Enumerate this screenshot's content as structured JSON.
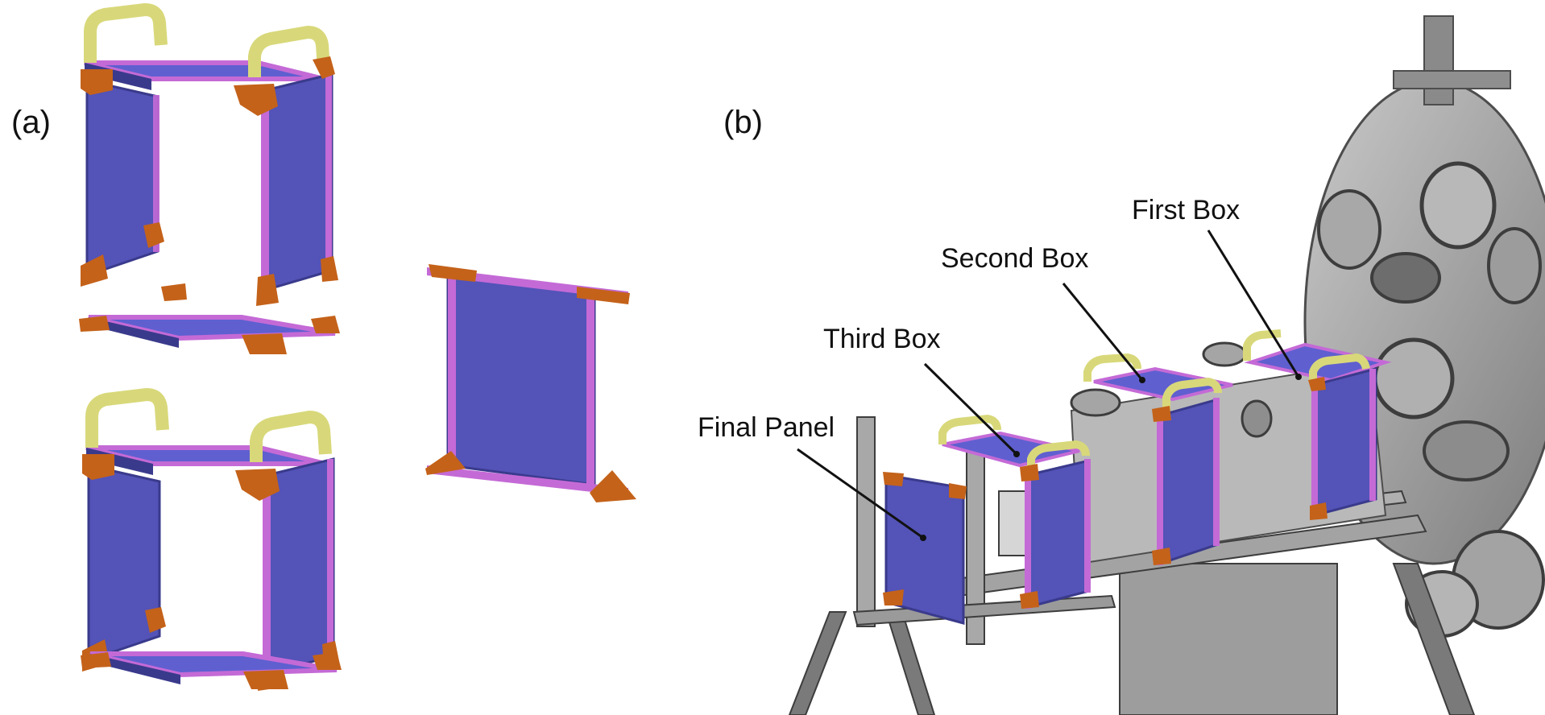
{
  "panel_a": {
    "label": "(a)"
  },
  "panel_b": {
    "label": "(b)",
    "callouts": {
      "first_box": "First Box",
      "second_box": "Second Box",
      "third_box": "Third Box",
      "final_panel": "Final Panel"
    }
  },
  "colors": {
    "panel_face": "#5353b8",
    "panel_edge": "#3a3a8c",
    "frame_rail": "#c46ad6",
    "corner_bracket": "#c4621a",
    "handle": "#d8d87a",
    "chamber_gray": "#9a9a9a",
    "chamber_dark": "#5c5c5c"
  }
}
